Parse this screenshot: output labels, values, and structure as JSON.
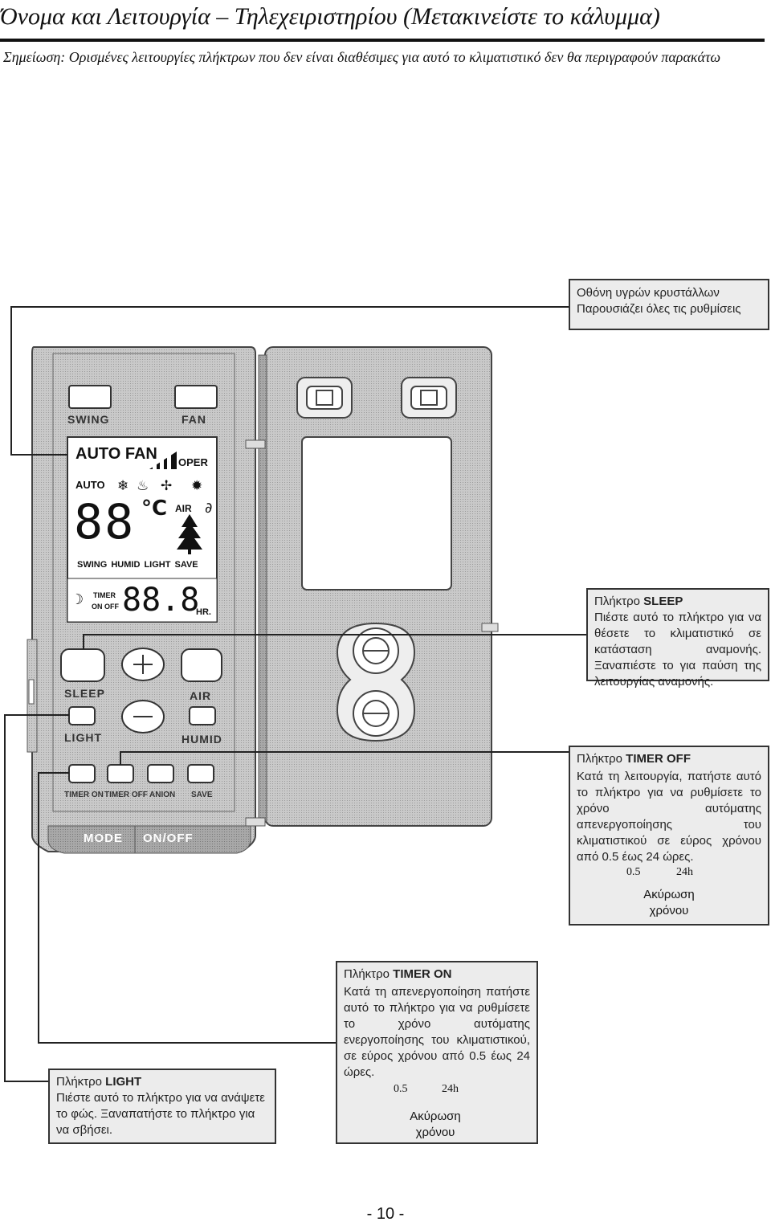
{
  "page": {
    "title": "Όνομα και Λειτουργία – Τηλεχειριστηρίου (Μετακινείστε το κάλυμμα)",
    "note": "Σημείωση: Ορισμένες λειτουργίες πλήκτρων που δεν είναι διαθέσιμες για αυτό το κλιματιστικό δεν θα περιγραφούν παρακάτω",
    "page_number": "- 10 -"
  },
  "callouts": {
    "lcd": {
      "line1": "Οθόνη υγρών κρυστάλλων",
      "line2": "Παρουσιάζει όλες τις ρυθμίσεις"
    },
    "sleep": {
      "prefix": "Πλήκτρο",
      "key": "SLEEP",
      "text": "Πιέστε αυτό το πλήκτρο για να θέσετε το κλιματιστικό σε κατάσταση αναμονής. Ξαναπιέστε το για παύση της λειτουργίας αναμονής."
    },
    "timer_off": {
      "prefix": "Πλήκτρο",
      "key": "TIMER OFF",
      "text": "Κατά τη λειτουργία, πατήστε αυτό το πλήκτρο για να ρυθμίσετε το χρόνο αυτόματης απενεργοποίησης του κλιματιστικού σε εύρος χρόνου από 0.5 έως 24 ώρες.",
      "range_start": "0.5",
      "range_end": "24h",
      "cancel": "Ακύρωση χρόνου"
    },
    "timer_on": {
      "prefix": "Πλήκτρο",
      "key": "TIMER ON",
      "text": "Κατά τη απενεργοποίηση πατήστε αυτό το πλήκτρο για να ρυθμίσετε το χρόνο αυτόματης ενεργοποίησης του κλιματιστικού, σε εύρος χρόνου από 0.5 έως 24 ώρες.",
      "range_start": "0.5",
      "range_end": "24h",
      "cancel": "Ακύρωση χρόνου"
    },
    "light": {
      "prefix": "Πλήκτρο",
      "key": "LIGHT",
      "text": "Πιέστε αυτό το πλήκτρο για να ανάψετε το φώς. Ξαναπατήστε το πλήκτρο για να σβήσει."
    }
  },
  "remote": {
    "swing": "SWING",
    "fan": "FAN",
    "sleep": "SLEEP",
    "air": "AIR",
    "light": "LIGHT",
    "humid": "HUMID",
    "timer_on": "TIMER ON",
    "timer_off": "TIMER OFF",
    "anion": "ANION",
    "save": "SAVE",
    "mode": "MODE",
    "on_off": "ON/OFF",
    "lcd": {
      "auto_fan": "AUTO FAN",
      "oper": "OPER",
      "auto": "AUTO",
      "temp_digits": "88",
      "celsius": "°C",
      "air": "AIR",
      "row3": "SWING HUMID LIGHT SAVE",
      "timer": "TIMER",
      "on_off": "ON OFF",
      "time_digits": "88.8",
      "hr": "HR."
    }
  }
}
